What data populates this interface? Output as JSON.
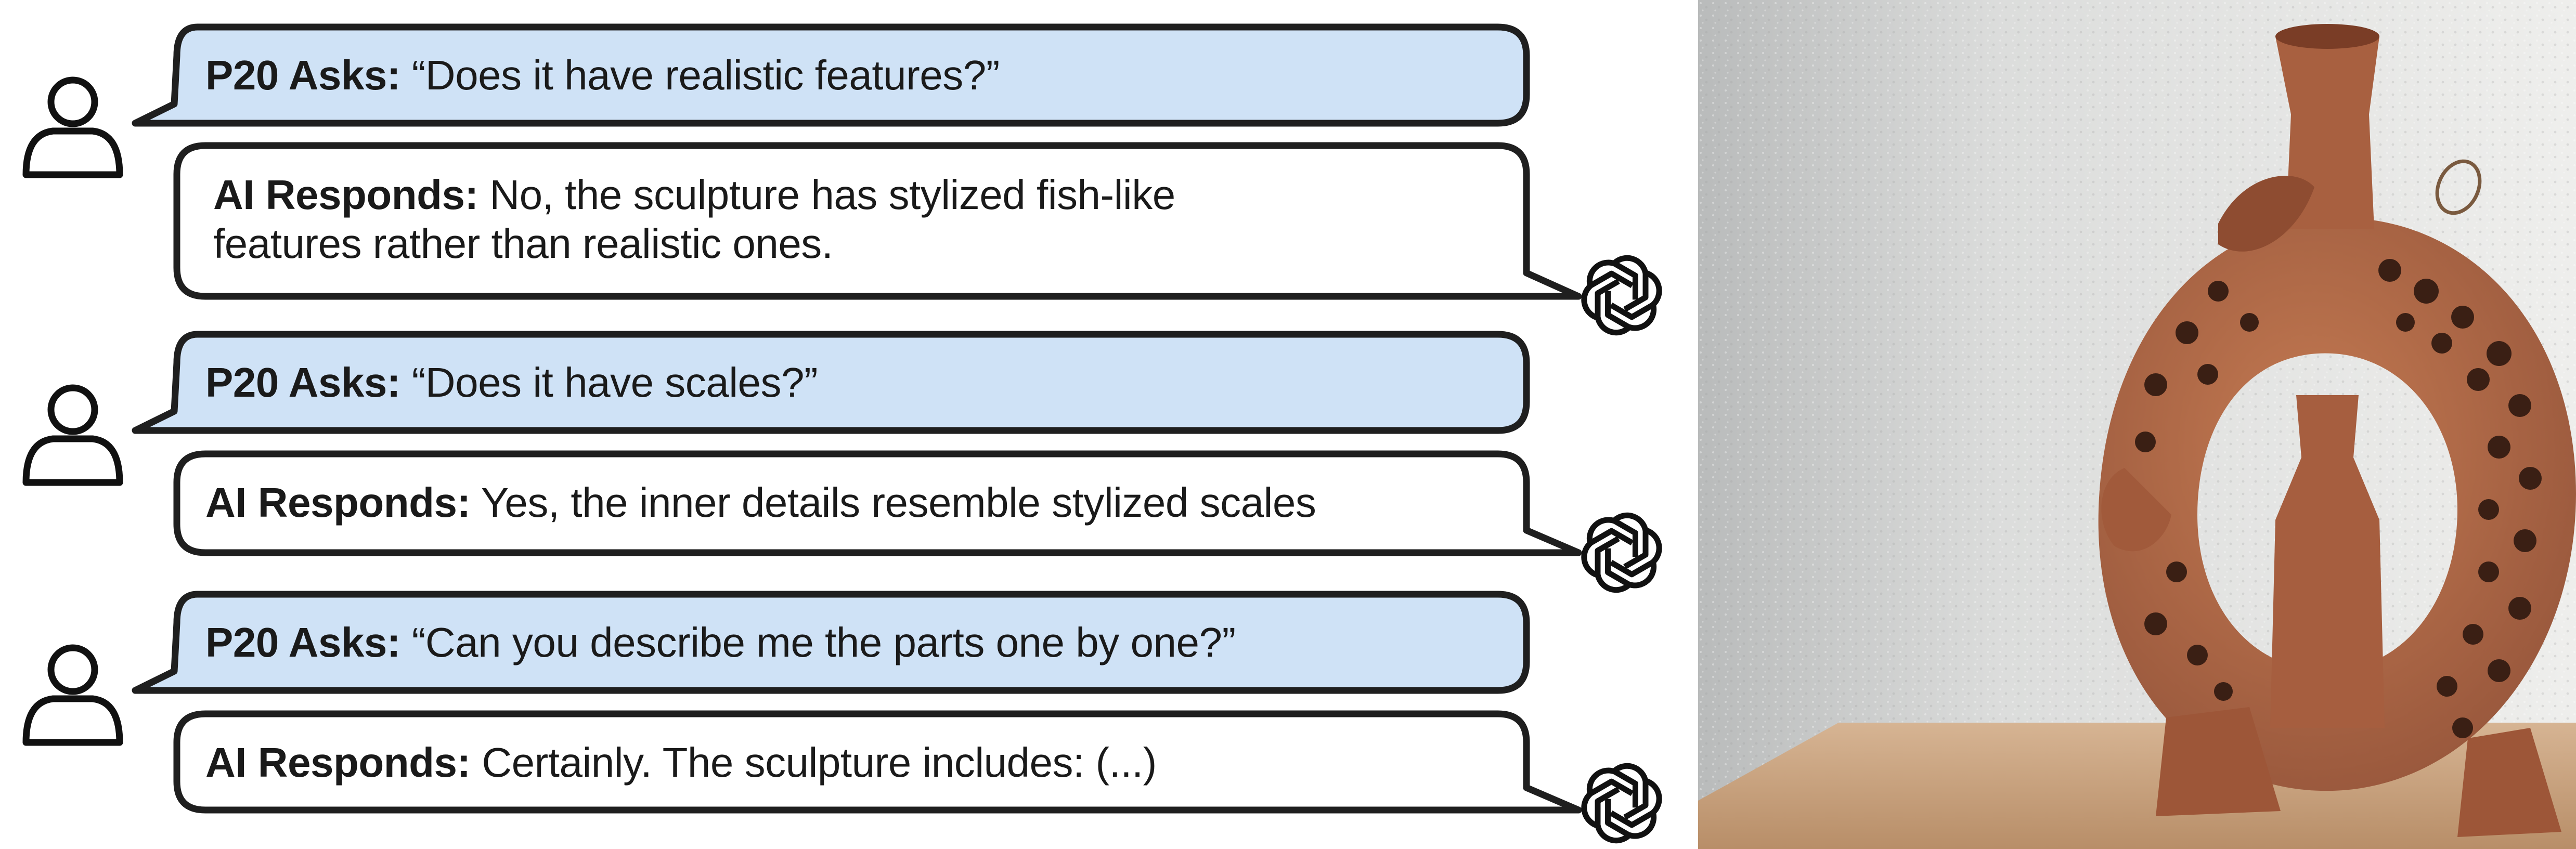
{
  "exchanges": [
    {
      "user_label": "P20 Asks:",
      "user_question": "“Does it have realistic features?”",
      "ai_label": "AI Responds:",
      "ai_answer_lines": [
        "No, the sculpture has stylized fish-like",
        "features rather than realistic ones."
      ]
    },
    {
      "user_label": "P20 Asks:",
      "user_question": "“Does it have scales?”",
      "ai_label": "AI Responds:",
      "ai_answer_lines": [
        "Yes, the inner details resemble stylized scales"
      ]
    },
    {
      "user_label": "P20 Asks:",
      "user_question": "“Can you describe me the parts one by one?”",
      "ai_label": "AI Responds:",
      "ai_answer_lines": [
        "Certainly. The sculpture includes: (...)"
      ]
    }
  ],
  "icons": {
    "user": "user-icon",
    "ai": "ai-knot-icon"
  },
  "colors": {
    "question_bubble_fill": "#cfe2f6",
    "answer_bubble_fill": "#ffffff",
    "bubble_stroke": "#1f1f1f",
    "clay": "#b06a46",
    "wall": "#e8e8e6",
    "shelf": "#c9a27e"
  }
}
